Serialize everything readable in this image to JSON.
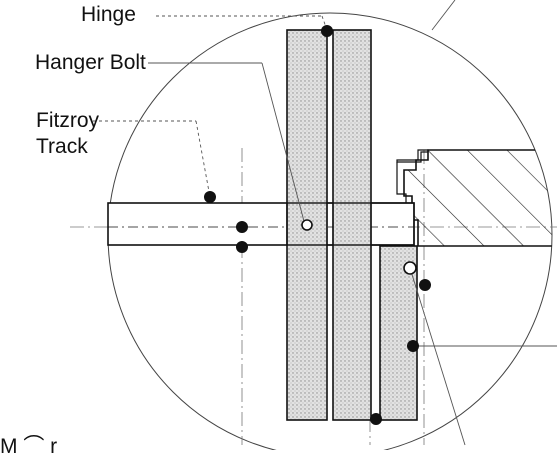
{
  "labels": {
    "hinge": "Hinge",
    "hanger_bolt": "Hanger Bolt",
    "fitzroy_line1": "Fitzroy",
    "fitzroy_line2": "Track",
    "bottom_left_partial": "M ⌒ r"
  },
  "colors": {
    "ink": "#111111",
    "panel_fill": "#d9d9d9",
    "background": "#ffffff"
  }
}
